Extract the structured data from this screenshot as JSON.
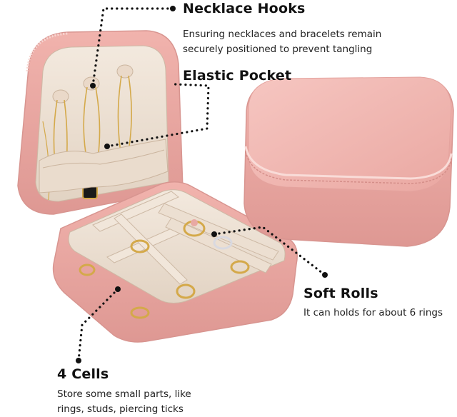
{
  "callouts": {
    "necklace_hooks": {
      "title": "Necklace Hooks",
      "line1": "Ensuring necklaces and bracelets remain",
      "line2": "securely positioned to prevent tangling"
    },
    "elastic_pocket": {
      "title": "Elastic Pocket"
    },
    "soft_rolls": {
      "title": "Soft Rolls",
      "line1": "It can holds for about 6 rings"
    },
    "four_cells": {
      "title": "4 Cells",
      "line1": "Store some small parts, like",
      "line2": "rings, studs, piercing ticks"
    }
  },
  "colors": {
    "box_pink": "#f3b9b4",
    "box_pink_dark": "#e49f9a",
    "lining": "#efe3d6",
    "lining_shadow": "#d9c8b6",
    "gold": "#d4a94a",
    "dots": "#111111"
  }
}
